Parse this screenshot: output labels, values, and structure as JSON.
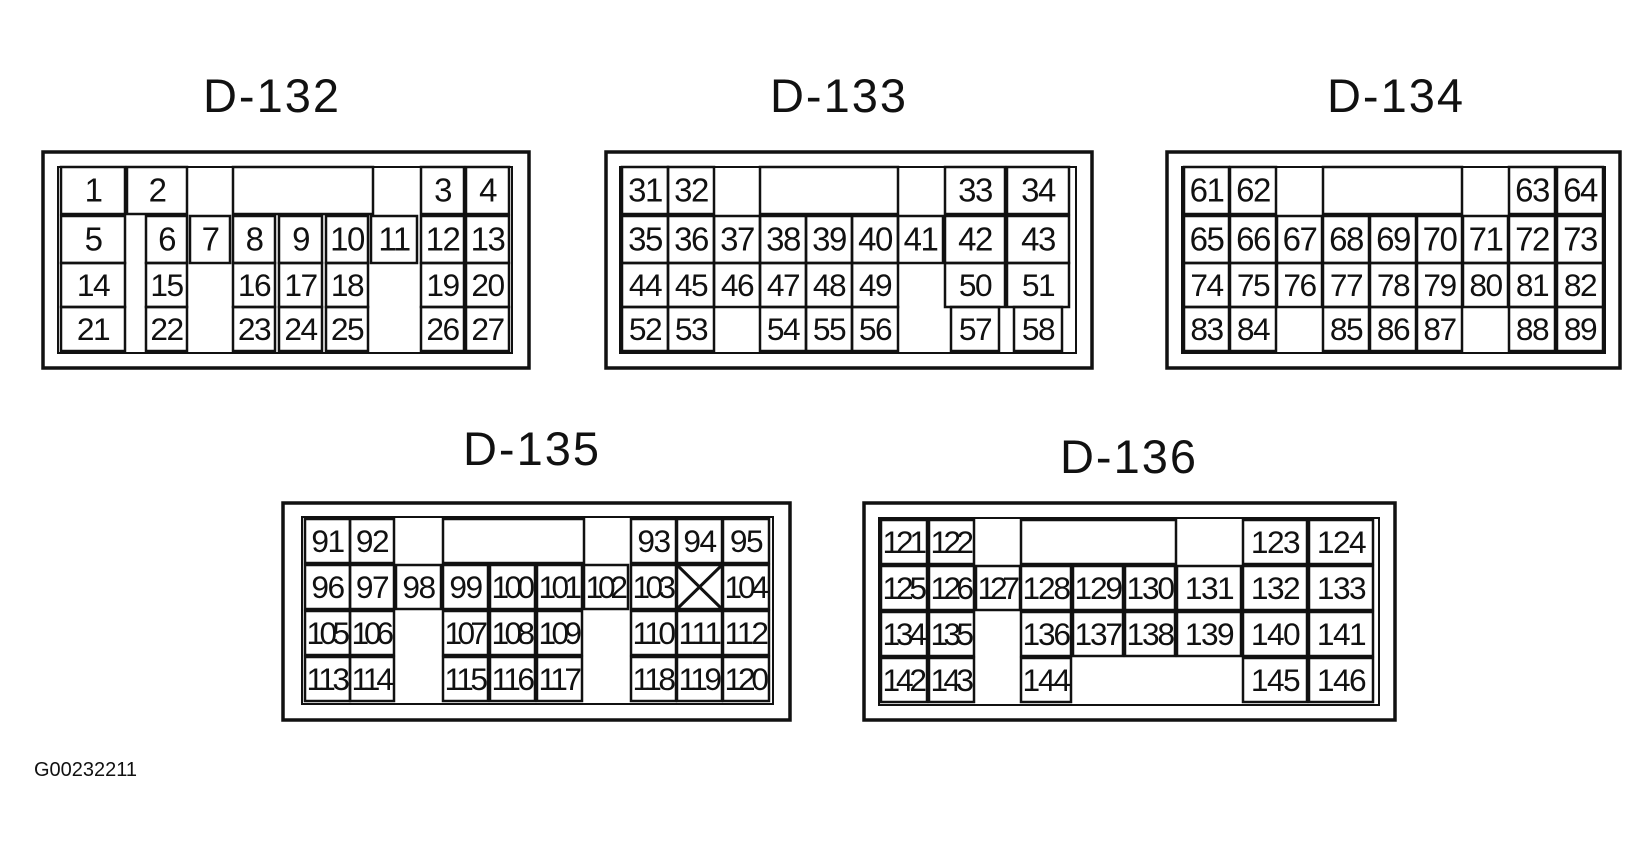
{
  "figure_id": "G00232211",
  "colors": {
    "ink": "#111111",
    "paper": "#ffffff"
  },
  "connectors": [
    {
      "id": "D-132",
      "pins": [
        "1",
        "2",
        "3",
        "4",
        "5",
        "6",
        "7",
        "8",
        "9",
        "10",
        "11",
        "12",
        "13",
        "14",
        "15",
        "16",
        "17",
        "18",
        "19",
        "20",
        "21",
        "22",
        "23",
        "24",
        "25",
        "26",
        "27"
      ]
    },
    {
      "id": "D-133",
      "pins": [
        "31",
        "32",
        "33",
        "34",
        "35",
        "36",
        "37",
        "38",
        "39",
        "40",
        "41",
        "42",
        "43",
        "44",
        "45",
        "46",
        "47",
        "48",
        "49",
        "50",
        "51",
        "52",
        "53",
        "54",
        "55",
        "56",
        "57",
        "58"
      ]
    },
    {
      "id": "D-134",
      "pins": [
        "61",
        "62",
        "63",
        "64",
        "65",
        "66",
        "67",
        "68",
        "69",
        "70",
        "71",
        "72",
        "73",
        "74",
        "75",
        "76",
        "77",
        "78",
        "79",
        "80",
        "81",
        "82",
        "83",
        "84",
        "85",
        "86",
        "87",
        "88",
        "89"
      ]
    },
    {
      "id": "D-135",
      "pins": [
        "91",
        "92",
        "93",
        "94",
        "95",
        "96",
        "97",
        "98",
        "99",
        "100",
        "101",
        "102",
        "103",
        "104",
        "105",
        "106",
        "107",
        "108",
        "109",
        "110",
        "111",
        "112",
        "113",
        "114",
        "115",
        "116",
        "117",
        "118",
        "119",
        "120"
      ]
    },
    {
      "id": "D-136",
      "pins": [
        "121",
        "122",
        "123",
        "124",
        "125",
        "126",
        "127",
        "128",
        "129",
        "130",
        "131",
        "132",
        "133",
        "134",
        "135",
        "136",
        "137",
        "138",
        "139",
        "140",
        "141",
        "142",
        "143",
        "144",
        "145",
        "146"
      ]
    }
  ]
}
